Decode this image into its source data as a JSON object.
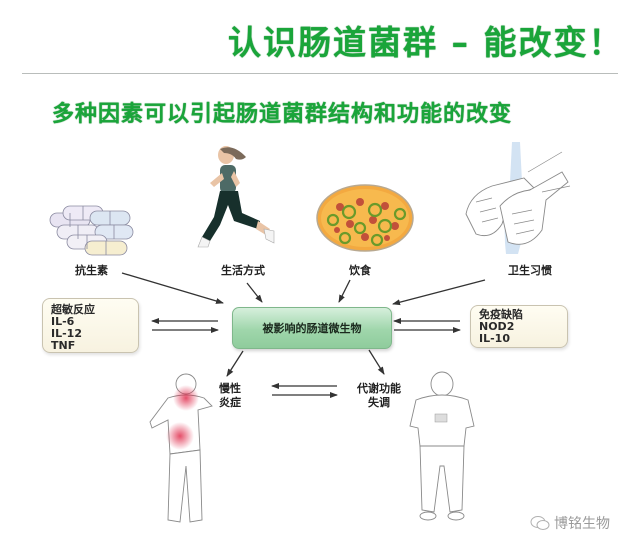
{
  "header": {
    "title": "认识肠道菌群 – 能改变！",
    "subtitle": "多种因素可以引起肠道菌群结构和功能的改变"
  },
  "factors": [
    {
      "id": "antibiotics",
      "label": "抗生素",
      "icon": "capsules-icon"
    },
    {
      "id": "lifestyle",
      "label": "生活方式",
      "icon": "runner-icon"
    },
    {
      "id": "diet",
      "label": "饮食",
      "icon": "pizza-icon"
    },
    {
      "id": "hygiene",
      "label": "卫生习惯",
      "icon": "handwashing-icon"
    }
  ],
  "center": {
    "label": "被影响的肠道微生物"
  },
  "left_box": {
    "lines": [
      "超敏反应",
      "IL-6",
      "IL-12",
      "TNF"
    ]
  },
  "right_box": {
    "lines": [
      "免疫缺陷",
      "NOD2",
      "IL-10"
    ]
  },
  "outcomes": [
    {
      "id": "inflammation",
      "lines": [
        "慢性",
        "炎症"
      ],
      "icon": "back-pain-person-icon"
    },
    {
      "id": "metabolic",
      "lines": [
        "代谢功能",
        "失调"
      ],
      "icon": "obese-person-icon"
    }
  ],
  "watermark": {
    "text": "博铭生物",
    "icon": "wechat-icon"
  },
  "colors": {
    "title_green": "#1aa53a",
    "center_box_green": "#9fd6ab",
    "side_box_cream": "#fffdf2",
    "inflammation_red": "#e0304f"
  }
}
